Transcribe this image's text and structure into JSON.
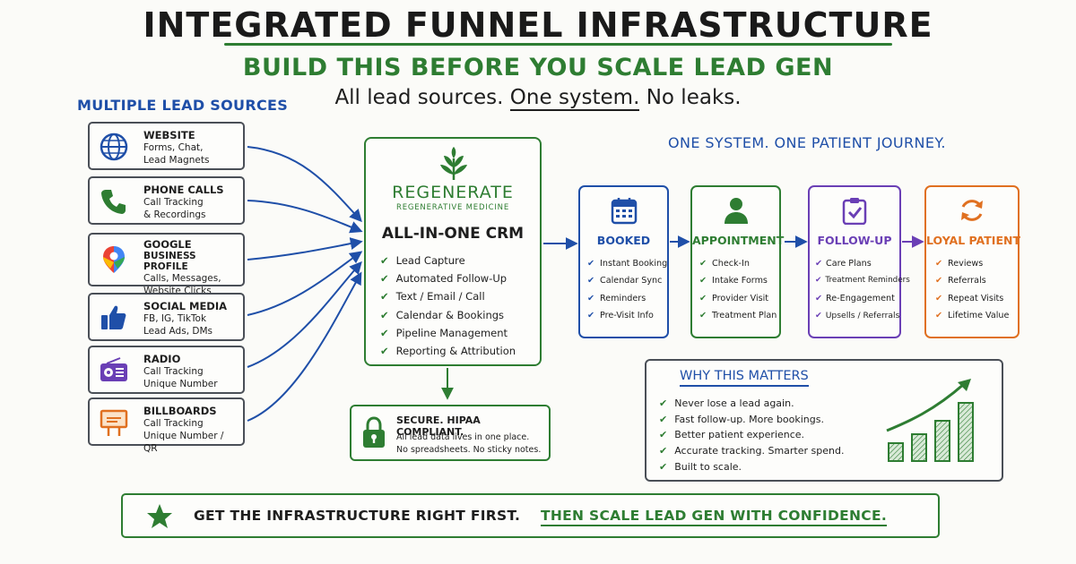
{
  "header": {
    "title": "INTEGRATED FUNNEL INFRASTRUCTURE",
    "subtitle": "BUILD THIS BEFORE YOU SCALE LEAD GEN",
    "tagline_a": "All lead sources. ",
    "tagline_b": "One system.",
    "tagline_c": " No leaks."
  },
  "sources": {
    "title": "MULTIPLE LEAD SOURCES",
    "items": [
      {
        "icon": "globe-icon",
        "title": "WEBSITE",
        "line1": "Forms, Chat,",
        "line2": "Lead Magnets",
        "line3": ""
      },
      {
        "icon": "phone-icon",
        "title": "PHONE CALLS",
        "line1": "Call Tracking",
        "line2": "& Recordings",
        "line3": ""
      },
      {
        "icon": "map-pin-icon",
        "title": "GOOGLE",
        "line1": "BUSINESS PROFILE",
        "line2": "Calls, Messages,",
        "line3": "Website Clicks"
      },
      {
        "icon": "thumbs-up-icon",
        "title": "SOCIAL MEDIA",
        "line1": "FB, IG, TikTok",
        "line2": "Lead Ads, DMs",
        "line3": ""
      },
      {
        "icon": "radio-icon",
        "title": "RADIO",
        "line1": "Call Tracking",
        "line2": "Unique Number",
        "line3": ""
      },
      {
        "icon": "billboard-icon",
        "title": "BILLBOARDS",
        "line1": "Call Tracking",
        "line2": "Unique Number / QR",
        "line3": ""
      }
    ]
  },
  "crm": {
    "brand": "REGENERATE",
    "brand_sub": "REGENERATIVE MEDICINE",
    "title": "ALL-IN-ONE CRM",
    "features": [
      "Lead Capture",
      "Automated Follow-Up",
      "Text / Email / Call",
      "Calendar & Bookings",
      "Pipeline Management",
      "Reporting & Attribution"
    ]
  },
  "secure": {
    "title": "SECURE. HIPAA COMPLIANT.",
    "line1": "All lead data lives in one place.",
    "line2": "No spreadsheets. No sticky notes."
  },
  "journey": {
    "title": "ONE SYSTEM. ONE PATIENT JOURNEY.",
    "stages": [
      {
        "title": "BOOKED",
        "icon": "calendar-icon",
        "color": "#1f4fa8",
        "items": [
          "Instant Booking",
          "Calendar Sync",
          "Reminders",
          "Pre-Visit Info"
        ]
      },
      {
        "title": "APPOINTMENT",
        "icon": "person-icon",
        "color": "#2e7d32",
        "items": [
          "Check-In",
          "Intake Forms",
          "Provider Visit",
          "Treatment Plan"
        ]
      },
      {
        "title": "FOLLOW-UP",
        "icon": "clipboard-check-icon",
        "color": "#6a3fb5",
        "items": [
          "Care Plans",
          "Treatment Reminders",
          "Re-Engagement",
          "Upsells / Referrals"
        ]
      },
      {
        "title": "LOYAL PATIENT",
        "icon": "refresh-icon",
        "color": "#e07020",
        "items": [
          "Reviews",
          "Referrals",
          "Repeat Visits",
          "Lifetime Value"
        ]
      }
    ]
  },
  "why": {
    "title": "WHY THIS MATTERS",
    "items": [
      "Never lose a lead again.",
      "Fast follow-up. More bookings.",
      "Better patient experience.",
      "Accurate tracking. Smarter spend.",
      "Built to scale."
    ]
  },
  "footer": {
    "text_a": "GET THE INFRASTRUCTURE RIGHT FIRST.",
    "text_b": "THEN SCALE LEAD GEN WITH CONFIDENCE."
  },
  "colors": {
    "green": "#2e7d32",
    "blue": "#1f4fa8",
    "purple": "#6a3fb5",
    "orange": "#e07020",
    "ink": "#1e1e1e"
  }
}
